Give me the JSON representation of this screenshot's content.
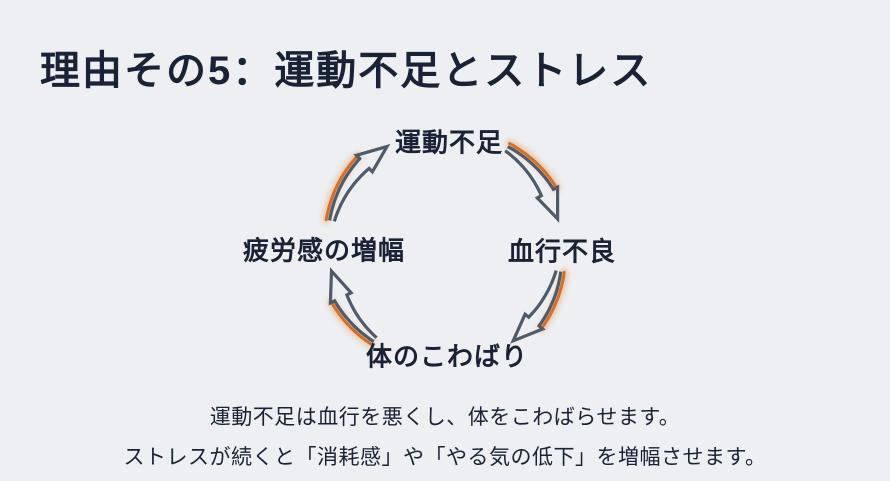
{
  "slide": {
    "title": "理由その5：運動不足とストレス"
  },
  "diagram": {
    "type": "cycle",
    "flow": "clockwise",
    "nodes": [
      {
        "id": "top",
        "label": "運動不足"
      },
      {
        "id": "right",
        "label": "血行不良"
      },
      {
        "id": "bottom",
        "label": "体のこわばり"
      },
      {
        "id": "left",
        "label": "疲労感の増幅"
      }
    ]
  },
  "caption": {
    "line1": "運動不足は血行を悪くし、体をこわばらせます。",
    "line2": "ストレスが続くと「消耗感」や「やる気の低下」を増幅させます。"
  },
  "colors": {
    "background": "#edeff2",
    "text": "#1a2236",
    "arrow_outline": "#505a68",
    "accent_orange": "#d26f2a",
    "accent_glow": "#eb9a58"
  }
}
